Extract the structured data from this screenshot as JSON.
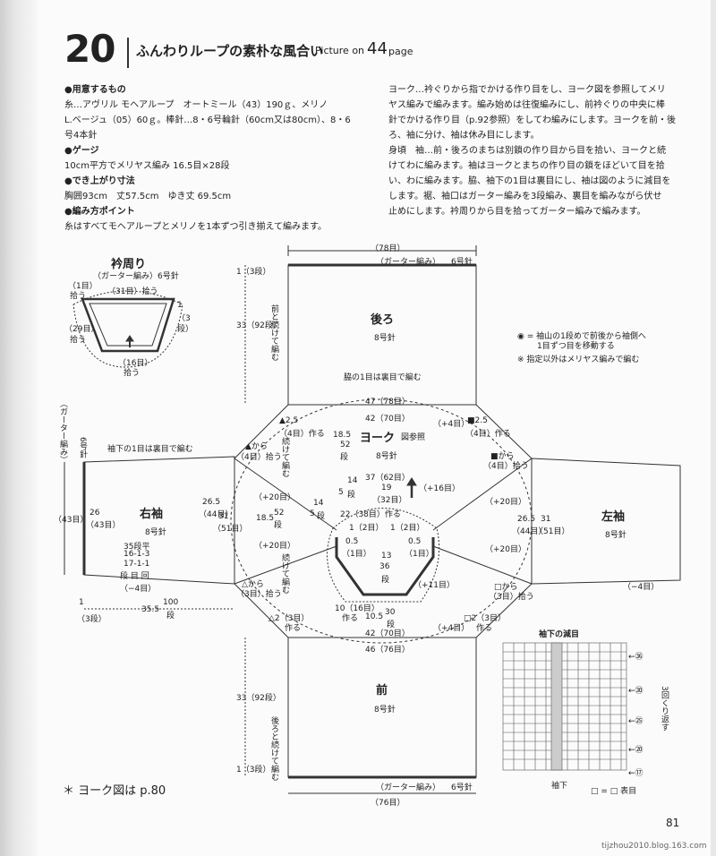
{
  "header": {
    "pattern_number": "20",
    "title": "ふんわりループの素朴な風合い",
    "picture_on": "Picture on",
    "page_ref": "44",
    "page_word": "page"
  },
  "materials": {
    "h1": "●用意するもの",
    "l1": "糸…アヴリル モヘアループ　オートミール（43）190ｇ、メリノ",
    "l2": "L.ベージュ（05）60ｇ。棒針…8・6号輪針（60cm又は80cm）、8・6",
    "l3": "号4本針",
    "h2": "●ゲージ",
    "l4": "10cm平方でメリヤス編み 16.5目×28段",
    "h3": "●でき上がり寸法",
    "l5": "胸囲93cm　丈57.5cm　ゆき丈 69.5cm",
    "h4": "●編み方ポイント",
    "l6": "糸はすべてモヘアループとメリノを1本ずつ引き揃えて編みます。"
  },
  "instructions": [
    "ヨーク…衿ぐりから指でかける作り目をし、ヨーク図を参照してメリ",
    "ヤス編みで編みます。編み始めは往復編みにし、前衿ぐりの中央に棒",
    "針でかける作り目（p.92参照）をしてわ編みにします。ヨークを前・後",
    "ろ、袖に分け、袖は休み目にします。",
    "身頃　袖…前・後ろのまちは別鎖の作り目から目を拾い、ヨークと続",
    "けてわに編みます。袖はヨークとまちの作り目の鎖をほどいて目を拾",
    "い、わに編みます。脇、袖下の1目は裏目にし、袖は図のように減目を",
    "します。裾、袖口はガーター編みを3段編み、裏目を編みながら伏せ",
    "止めにします。衿周りから目を拾ってガーター編みで編みます。"
  ],
  "collar": {
    "title": "衿周り",
    "sub": "（ガーター編み）6号針",
    "top": "（31目）拾う",
    "left1": "（1目）",
    "left1b": "拾う",
    "left2": "（29目）",
    "left2b": "拾う",
    "bottom": "（16目）",
    "bottomb": "拾う",
    "r1": "1",
    "r2": "（3",
    "r3": "段）"
  },
  "back": {
    "top_w": "（78目）",
    "garter": "（ガーター編み）",
    "needle6": "6号針",
    "title": "後ろ",
    "needle": "8号針",
    "side_note": "脇の1目は裏目で編む",
    "h1": "1（3段）",
    "h2": "33（92段）",
    "vert_note": "前と続けて編む",
    "w47": "47（78目）",
    "w42": "42（70目）",
    "plus4": "（+4目）"
  },
  "front": {
    "title": "前",
    "needle": "8号針",
    "w42": "42（70目）",
    "w46": "46（76目）",
    "plus4": "（+4目）",
    "bottom_w": "（76目）",
    "garter": "（ガーター編み）",
    "needle6": "6号針",
    "h2": "33（92段）",
    "h1": "1（3段）",
    "vert_note": "後ろと続けて編む"
  },
  "yoke": {
    "title": "ヨーク",
    "ref": "図参照",
    "needle": "8号針",
    "w37": "37（62目）",
    "c19": "19",
    "c32": "（32目）",
    "p16": "（+16目）",
    "c22": "22（38目）作る",
    "a185": "18.5",
    "a52": "52",
    "a52b": "段",
    "a14": "14",
    "a5": "5",
    "a14b": "段",
    "n1": "1（2目）",
    "n1b": "1（2目）",
    "n05": "0.5",
    "n05b": "（1目）",
    "n05c": "0.5",
    "n05d": "（1目）",
    "c13": "13",
    "c36": "36",
    "c36b": "段",
    "c10": "10（16目）",
    "c10b": "作る",
    "c105": "10.5",
    "c30": "30",
    "c30b": "段",
    "p11": "（+11目）",
    "p20a": "（+20目）",
    "p20b": "（+20目）",
    "p20c": "（+20目）",
    "p20d": "（+20目）",
    "c185b": "18.5",
    "c52c": "52",
    "c52d": "段",
    "c14": "14",
    "c5": "5",
    "c5b": "段",
    "d25a": "▲2.5",
    "d25a2": "（4目）作る",
    "d25b": "■2.5",
    "d25b2": "（4目）作る",
    "d2a": "△2（3目）",
    "d2a2": "作る",
    "d2b": "□2（3目）",
    "d2b2": "作る",
    "fromA": "▲から",
    "fromA2": "（4目）拾う",
    "fromB": "■から",
    "fromB2": "（4目）拾う",
    "fromC": "△から",
    "fromC2": "（3目）拾う",
    "fromD": "□から",
    "fromD2": "（3目）拾う",
    "cont": "続けて編む",
    "cont2": "続けて編む"
  },
  "right_sleeve": {
    "title": "右袖",
    "needle": "8号針",
    "garter": "（ガーター編み）",
    "needle6": "6号針",
    "note": "袖下の1目は裏目で編む",
    "h26": "26",
    "h43": "（43目）",
    "h43b": "（43目）",
    "h265": "26.5",
    "h44": "（44目）",
    "h31": "31",
    "h51": "（51目）",
    "dec1": "35段平",
    "dec2": "16-1-3",
    "dec3": "17-1-1",
    "dec4": "段 目 回",
    "minus4": "（−4目）",
    "l355": "35.5",
    "l100": "100",
    "l100b": "段",
    "l1": "1",
    "l3": "（3段）"
  },
  "left_sleeve": {
    "title": "左袖",
    "needle": "8号針",
    "h265": "26.5",
    "h44": "（44目）",
    "h31": "31",
    "h51": "（51目）",
    "minus4": "（−4目）"
  },
  "legend": {
    "l1": "◉ = 袖山の1段めで前後から袖側へ",
    "l2": "1目ずつ目を移動する",
    "l3": "※ 指定以外はメリヤス編みで編む"
  },
  "chart": {
    "title": "袖下の減目",
    "r36": "←㊱",
    "r30": "←㉚",
    "r25": "←㉕",
    "r20": "←⑳",
    "r17": "←⑰",
    "repeat": "3回くり返す",
    "bottom": "袖下",
    "legend": "□ = □ 表目"
  },
  "footer": {
    "note": "＊ ヨーク図は p.80",
    "page_num": "81",
    "watermark": "tijzhou2010.blog.163.com"
  }
}
